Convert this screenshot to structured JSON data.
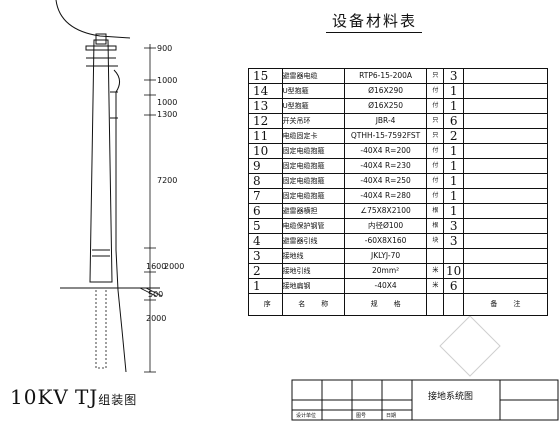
{
  "table_title": "设备材料表",
  "drawing_title": {
    "main": "10KV",
    "mid": "TJ",
    "sub": "组装图"
  },
  "sheet_title": "接地系统图",
  "title_block_small": [
    "设计单位",
    "图号",
    "日期"
  ],
  "header": {
    "no": "序",
    "name1": "名",
    "name2": "称",
    "spec1": "规",
    "spec2": "格",
    "unit": "",
    "qty": "",
    "note1": "备",
    "note2": "注"
  },
  "rows": [
    {
      "no": "15",
      "name": "避雷器电缆",
      "spec": "RTP6-15-200A",
      "unit": "只",
      "qty": "3"
    },
    {
      "no": "14",
      "name": "U型抱箍",
      "spec": "Ø16X290",
      "unit": "付",
      "qty": "1"
    },
    {
      "no": "13",
      "name": "U型抱箍",
      "spec": "Ø16X250",
      "unit": "付",
      "qty": "1"
    },
    {
      "no": "12",
      "name": "开关吊环",
      "spec": "JBR-4",
      "unit": "只",
      "qty": "6"
    },
    {
      "no": "11",
      "name": "电缆固定卡",
      "spec": "QTHH-15-7592FST",
      "unit": "只",
      "qty": "2"
    },
    {
      "no": "10",
      "name": "固定电缆抱箍",
      "spec": "-40X4  R=200",
      "unit": "付",
      "qty": "1"
    },
    {
      "no": "9",
      "name": "固定电缆抱箍",
      "spec": "-40X4  R=230",
      "unit": "付",
      "qty": "1"
    },
    {
      "no": "8",
      "name": "固定电缆抱箍",
      "spec": "-40X4  R=250",
      "unit": "付",
      "qty": "1"
    },
    {
      "no": "7",
      "name": "固定电缆抱箍",
      "spec": "-40X4  R=280",
      "unit": "付",
      "qty": "1"
    },
    {
      "no": "6",
      "name": "避雷器横担",
      "spec": "∠75X8X2100",
      "unit": "根",
      "qty": "1"
    },
    {
      "no": "5",
      "name": "电缆保护钢管",
      "spec": "内径Ø100",
      "unit": "根",
      "qty": "3"
    },
    {
      "no": "4",
      "name": "避雷器引线",
      "spec": "-60X8X160",
      "unit": "块",
      "qty": "3"
    },
    {
      "no": "3",
      "name": "接地线",
      "spec": "JKLYJ-70",
      "unit": "",
      "qty": ""
    },
    {
      "no": "2",
      "name": "接地引线",
      "spec": "20mm²",
      "unit": "米",
      "qty": "10"
    },
    {
      "no": "1",
      "name": "接地扁钢",
      "spec": "-40X4",
      "unit": "米",
      "qty": "6"
    }
  ],
  "dims": [
    "900",
    "1000",
    "1000",
    "1300",
    "7200",
    "1600",
    "2000",
    "500",
    "2000"
  ]
}
